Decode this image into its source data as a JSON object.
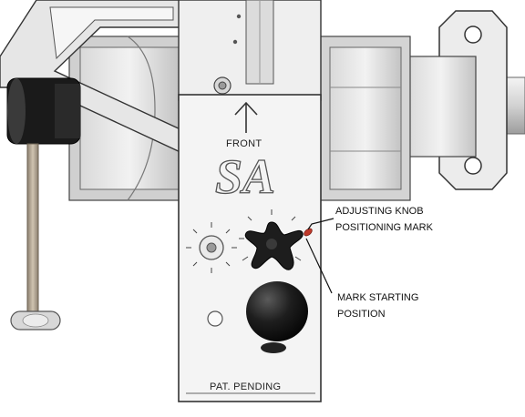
{
  "plate": {
    "front_label": "FRONT",
    "logo_text": "SA",
    "footer_label": "PAT. PENDING"
  },
  "callouts": {
    "adjusting_knob_line1": "ADJUSTING KNOB",
    "adjusting_knob_line2": "POSITIONING MARK",
    "mark_start_line1": "MARK STARTING",
    "mark_start_line2": "POSITION"
  },
  "colors": {
    "metal_light": "#ececec",
    "metal_mid": "#c9c9c9",
    "metal_dark": "#8f8f8f",
    "knob_black": "#1a1a1a",
    "position_mark": "#c0392b",
    "rod_tan": "#b8ab98"
  }
}
